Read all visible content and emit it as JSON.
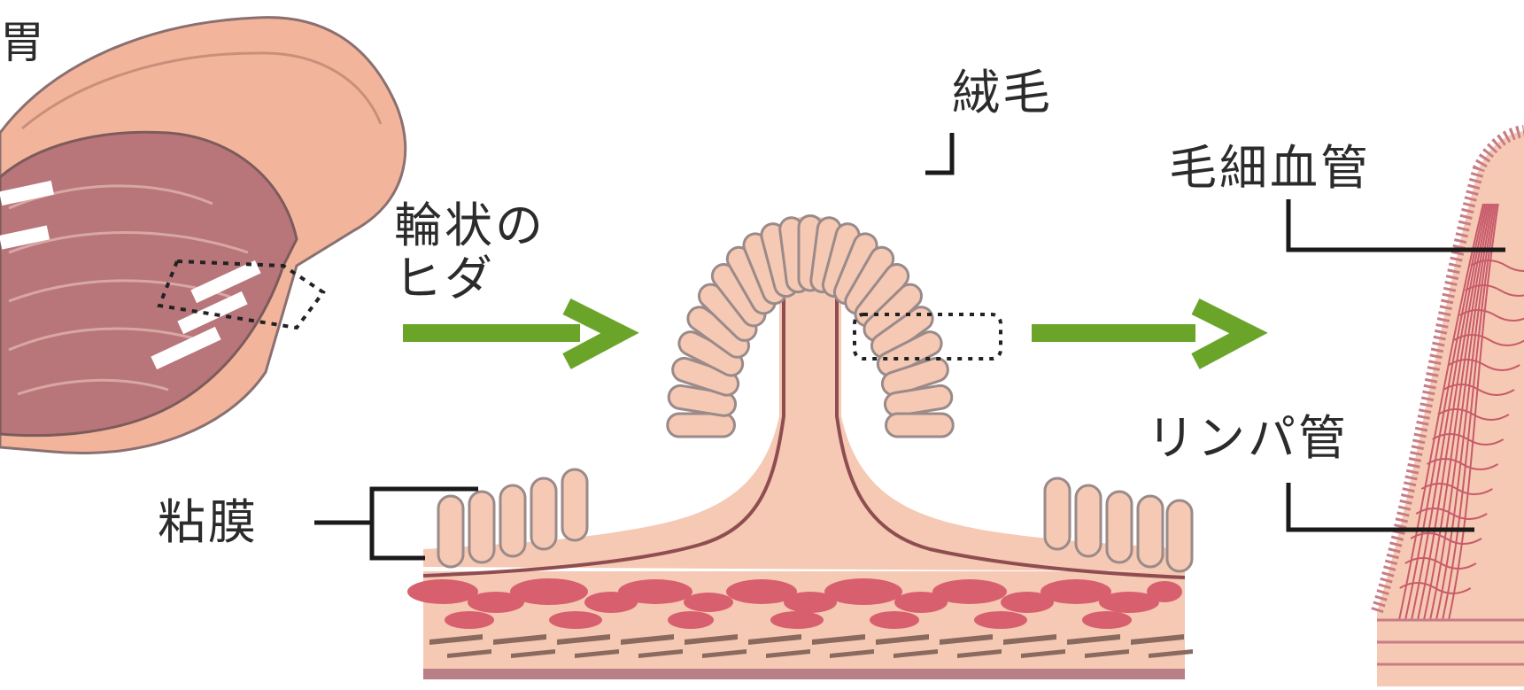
{
  "labels": {
    "top_left_char": "胃",
    "circular_folds_line1": "輪状の",
    "circular_folds_line2": "ヒダ",
    "villi": "絨毛",
    "capillary": "毛細血管",
    "lymph_vessel": "リンパ管",
    "mucosa": "粘膜"
  },
  "colors": {
    "tissue": "#f5c9b3",
    "tissue_outline": "#9a8a8a",
    "inner_wall": "#b8787c",
    "blood": "#d8606e",
    "arrow": "#6aa52a",
    "leader": "#1a1a1a"
  },
  "icons": [
    "intestine-tube-illustration",
    "villus-cross-section",
    "capillary-detail",
    "right-arrow-icon"
  ]
}
